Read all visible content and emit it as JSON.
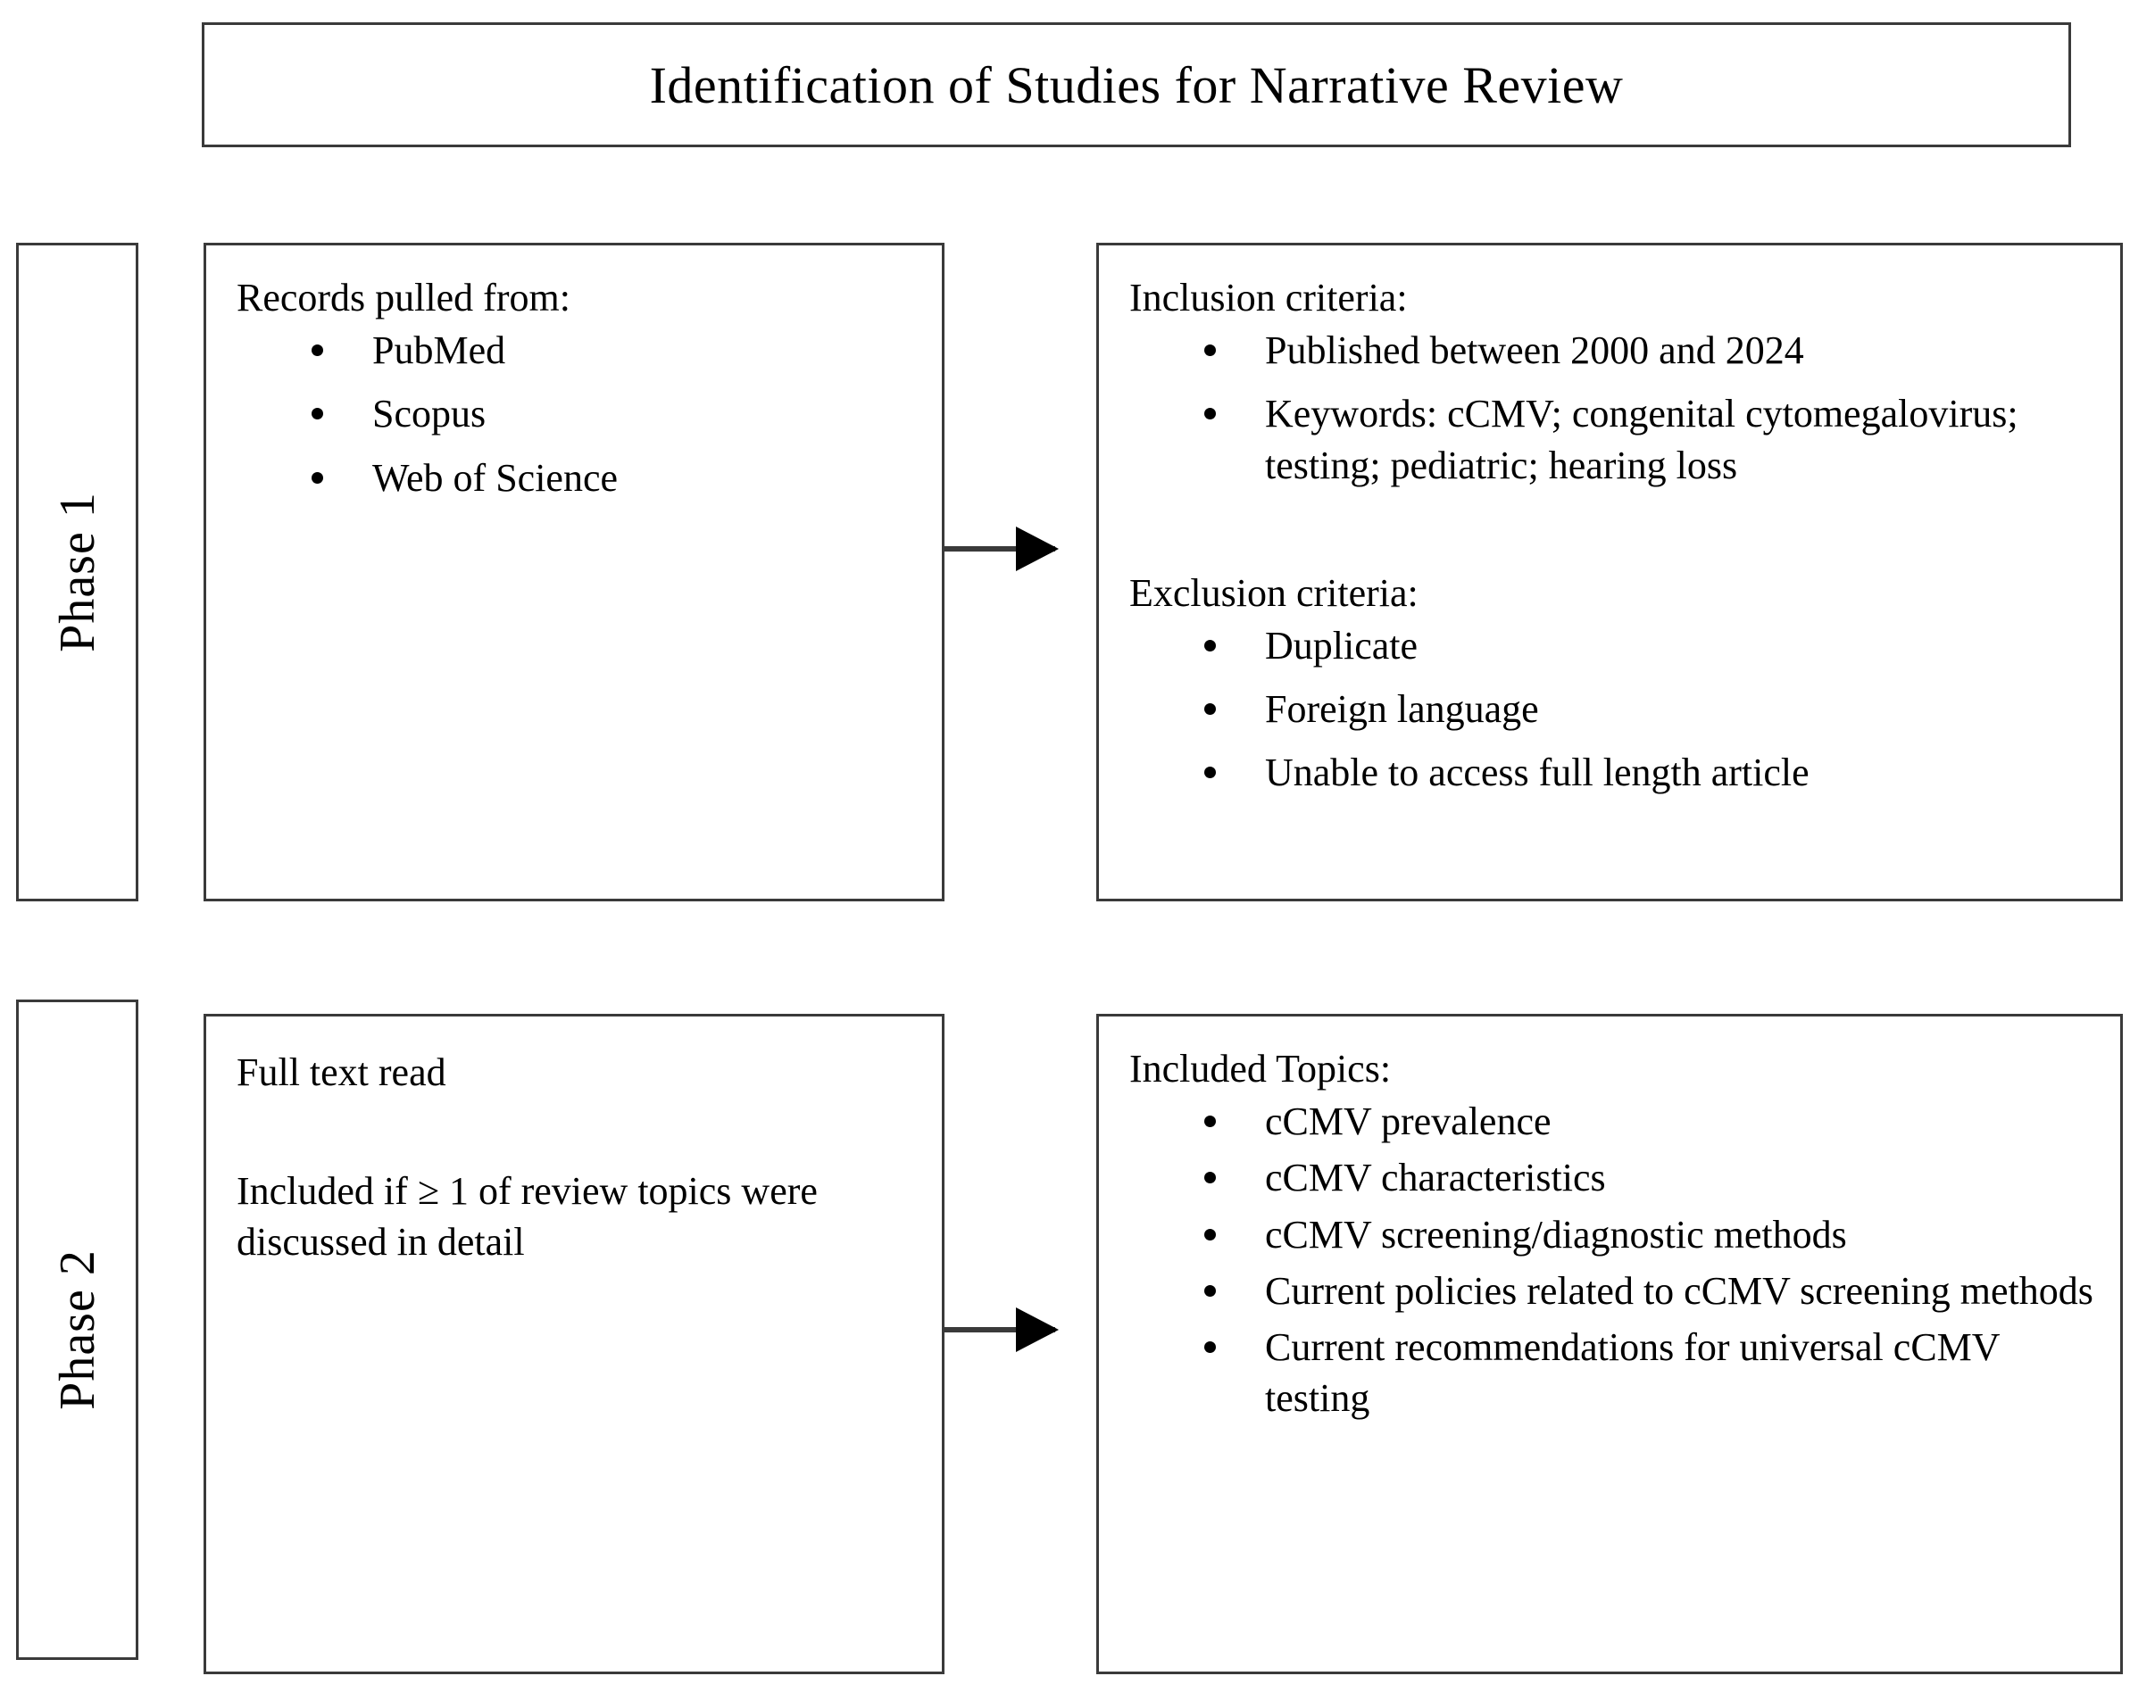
{
  "title": {
    "text": "Identification of Studies for Narrative Review"
  },
  "phases": [
    {
      "label": "Phase 1",
      "left_box": {
        "heading": "Records pulled from:",
        "bullets": [
          "PubMed",
          "Scopus",
          "Web of Science"
        ]
      },
      "right_box": {
        "inclusion_heading": "Inclusion criteria:",
        "inclusion_bullets": [
          "Published between 2000 and 2024",
          "Keywords: cCMV; congenital cytomegalovirus; testing; pediatric; hearing loss"
        ],
        "exclusion_heading": "Exclusion criteria:",
        "exclusion_bullets": [
          "Duplicate",
          "Foreign language",
          "Unable to access full length article"
        ]
      },
      "arrow": "arrow-right"
    },
    {
      "label": "Phase 2",
      "left_box": {
        "line1": "Full text read",
        "line2": "Included if ≥ 1 of review topics were discussed in detail"
      },
      "right_box": {
        "heading": "Included Topics:",
        "bullets": [
          "cCMV prevalence",
          "cCMV characteristics",
          "cCMV screening/diagnostic methods",
          "Current policies related to cCMV screening methods",
          "Current recommendations for universal cCMV testing"
        ]
      },
      "arrow": "arrow-right"
    }
  ],
  "colors": {
    "border": "#3a3a3a",
    "text": "#000000",
    "background": "#ffffff",
    "bullet": "#000000"
  }
}
